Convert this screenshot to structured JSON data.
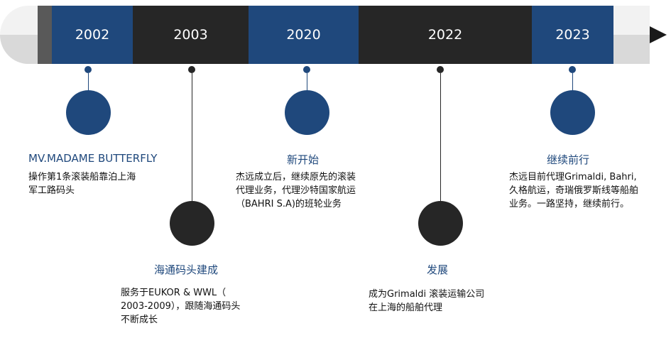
{
  "timeline": {
    "years": [
      "2002",
      "2003",
      "2020",
      "2022",
      "2023"
    ],
    "events": [
      {
        "title": "MV.MADAME BUTTERFLY",
        "desc": [
          "操作第1条滚装船靠泊上海",
          "军工路码头"
        ]
      },
      {
        "title": "海通码头建成",
        "desc": [
          "服务于EUKOR & WWL（",
          "2003-2009），跟随海通码头",
          "不断成长"
        ]
      },
      {
        "title": "新开始",
        "desc": [
          "杰远成立后，继续原先的滚装",
          "代理业务，代理沙特国家航运",
          "（BAHRI S.A)的班轮业务"
        ]
      },
      {
        "title": "发展",
        "desc": [
          "成为Grimaldi 滚装运输公司",
          "在上海的船舶代理"
        ]
      },
      {
        "title": "继续前行",
        "desc": [
          "杰远目前代理Grimaldi, Bahri,",
          "久格航运，奇瑞俄罗斯线等船舶",
          "业务。一路坚持，继续前行。"
        ]
      }
    ],
    "colors": {
      "blue": "#1f487c",
      "black": "#262626",
      "grey": "#595959"
    }
  }
}
